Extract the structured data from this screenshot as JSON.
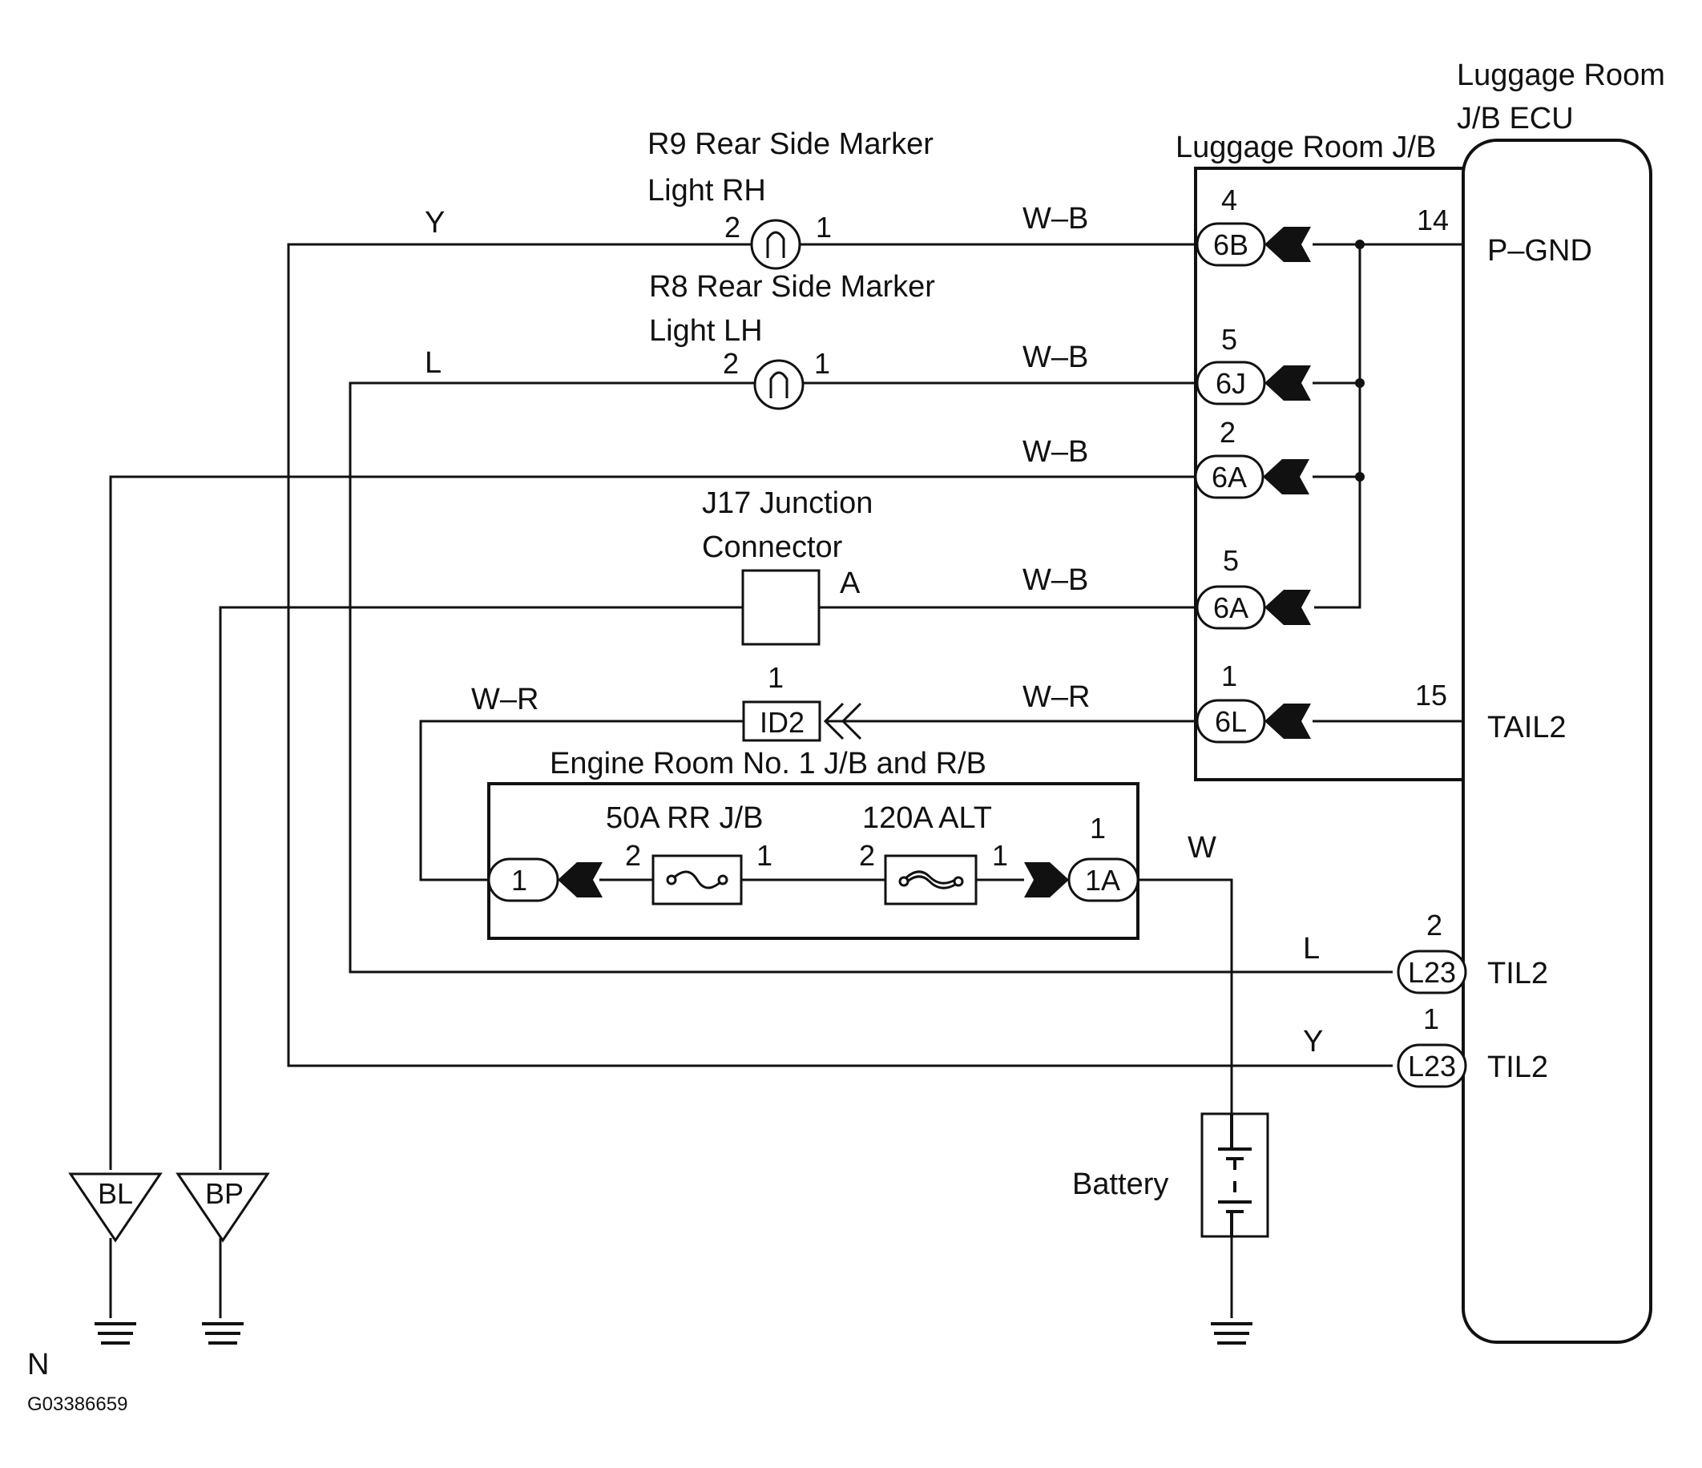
{
  "ecu": {
    "title_line1": "Luggage Room",
    "title_line2": "J/B ECU",
    "pins": {
      "pgnd": "P–GND",
      "tail2": "TAIL2",
      "til2_a": "TIL2",
      "til2_b": "TIL2"
    }
  },
  "jb": {
    "title": "Luggage Room J/B"
  },
  "r9": {
    "line1": "R9 Rear Side Marker",
    "line2": "Light RH",
    "pin_left": "2",
    "pin_right": "1"
  },
  "r8": {
    "line1": "R8 Rear Side Marker",
    "line2": "Light LH",
    "pin_left": "2",
    "pin_right": "1"
  },
  "j17": {
    "line1": "J17 Junction",
    "line2": "Connector",
    "terminal": "A"
  },
  "engine_room": {
    "title": "Engine Room No. 1 J/B and R/B",
    "fuse_50a": "50A RR J/B",
    "fuse_120a": "120A ALT"
  },
  "wires": {
    "y_top": "Y",
    "l_top": "L",
    "wb_1": "W–B",
    "wb_2": "W–B",
    "wb_3": "W–B",
    "wb_4": "W–B",
    "wr_left": "W–R",
    "wr_right": "W–R",
    "w_batt": "W",
    "l_low": "L",
    "y_low": "Y"
  },
  "connectors": {
    "c6b": {
      "label": "6B",
      "pin": "4"
    },
    "c6j": {
      "label": "6J",
      "pin": "5"
    },
    "c6a1": {
      "label": "6A",
      "pin": "2"
    },
    "c6a2": {
      "label": "6A",
      "pin": "5"
    },
    "c6l": {
      "label": "6L",
      "pin": "1"
    },
    "id2": {
      "label": "ID2",
      "pin": "1"
    },
    "er1": {
      "label": "1"
    },
    "c1a": {
      "label": "1A",
      "pin": "1"
    },
    "l23a": {
      "label": "L23",
      "pin": "2"
    },
    "l23b": {
      "label": "L23",
      "pin": "1"
    }
  },
  "ecu_pin_numbers": {
    "pgnd": "14",
    "tail2": "15"
  },
  "fuse_pins": {
    "f50_left": "2",
    "f50_right": "1",
    "f120_left": "2",
    "f120_right": "1"
  },
  "grounds": {
    "bl": "BL",
    "bp": "BP"
  },
  "battery": {
    "label": "Battery"
  },
  "footer": {
    "letter": "N",
    "code": "G03386659"
  }
}
